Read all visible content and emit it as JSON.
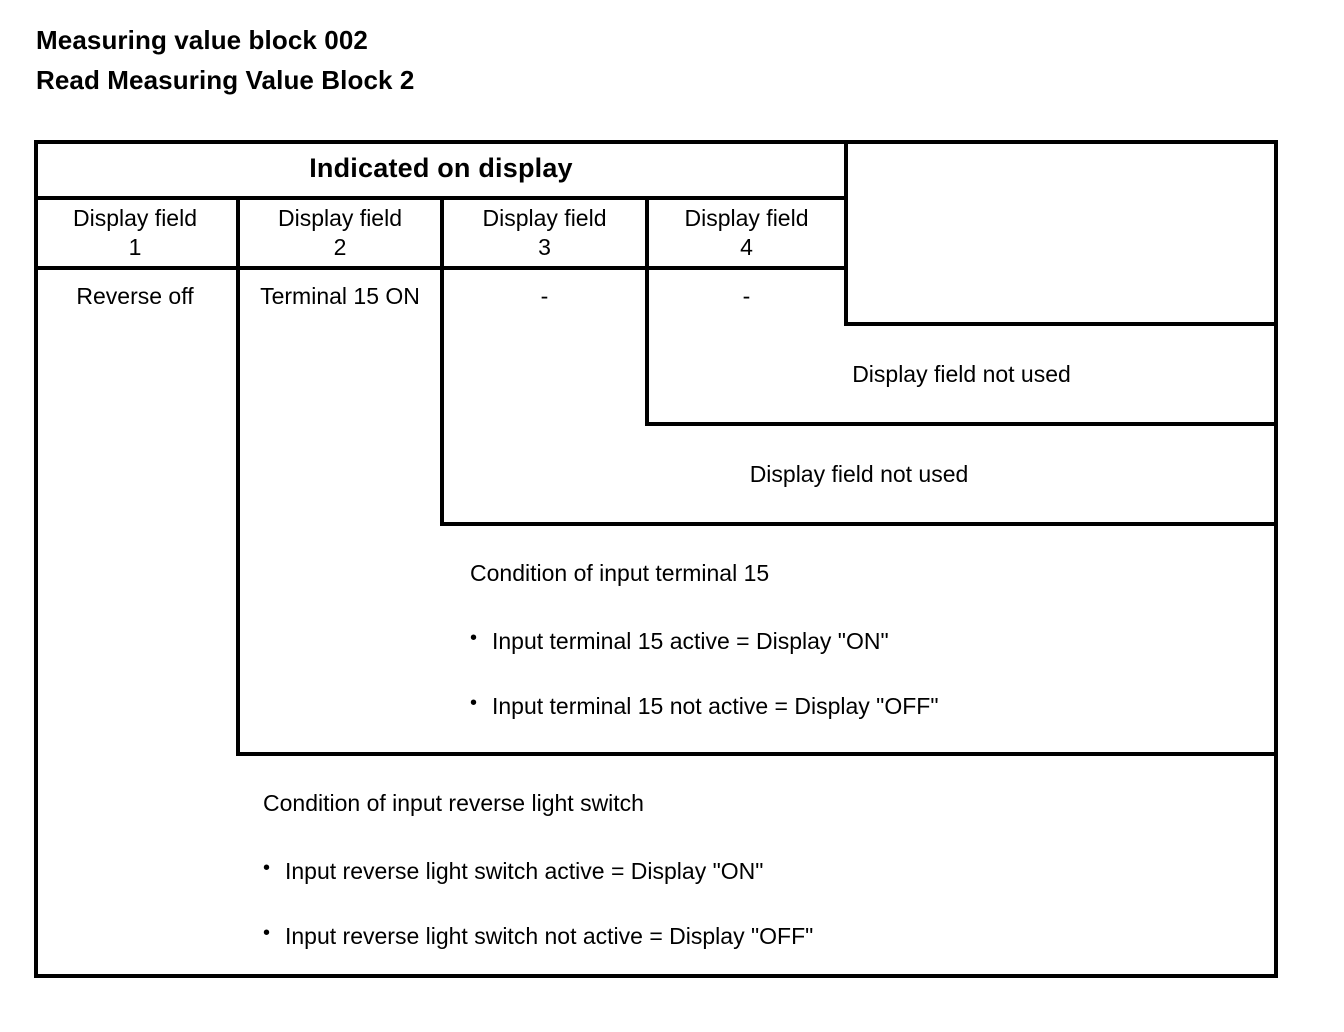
{
  "title": {
    "line1": "Measuring value block 002",
    "line2": "Read Measuring Value Block 2"
  },
  "table": {
    "header": "Indicated on display",
    "columns": [
      {
        "label": "Display field",
        "number": "1",
        "value": "Reverse off"
      },
      {
        "label": "Display field",
        "number": "2",
        "value": "Terminal 15 ON"
      },
      {
        "label": "Display field",
        "number": "3",
        "value": "-"
      },
      {
        "label": "Display field",
        "number": "4",
        "value": "-"
      }
    ]
  },
  "callouts": {
    "field4": "Display field not used",
    "field3": "Display field not used",
    "field2": {
      "heading": "Condition of input terminal 15",
      "bullets": [
        "Input terminal 15 active = Display \"ON\"",
        "Input terminal 15 not active = Display \"OFF\""
      ]
    },
    "field1": {
      "heading": "Condition of input reverse light switch",
      "bullets": [
        "Input reverse light switch active = Display \"ON\"",
        "Input reverse light switch not active = Display \"OFF\""
      ]
    }
  }
}
